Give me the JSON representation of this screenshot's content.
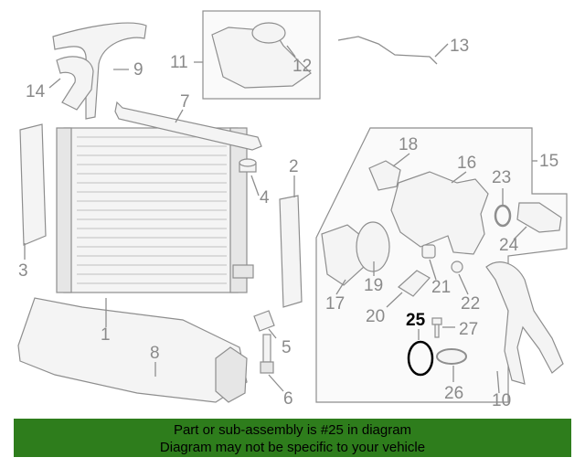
{
  "diagram": {
    "callouts": [
      "1",
      "2",
      "3",
      "4",
      "5",
      "6",
      "7",
      "8",
      "9",
      "10",
      "11",
      "12",
      "13",
      "14",
      "15",
      "16",
      "17",
      "18",
      "19",
      "20",
      "21",
      "22",
      "23",
      "24",
      "25",
      "26",
      "27"
    ],
    "highlighted_callout": "25",
    "colors": {
      "line": "#8e8e8e",
      "highlight": "#000000",
      "banner_bg": "#2e7d1c"
    }
  },
  "banner": {
    "line1": "Part or sub-assembly is #25 in diagram",
    "line2": "Diagram may not be specific to your vehicle"
  }
}
